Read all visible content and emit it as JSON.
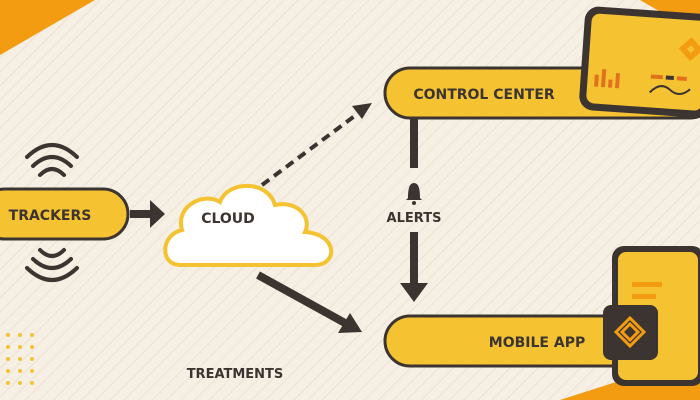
{
  "nodes": {
    "trackers": "TRACKERS",
    "cloud": "CLOUD",
    "control_center": "CONTROL CENTER",
    "alerts": "ALERTS",
    "mobile_app": "MOBILE APP",
    "treatments": "TREATMENTS"
  },
  "colors": {
    "background": "#f6efe4",
    "accent_yellow": "#f5c332",
    "accent_orange": "#f39c12",
    "dark": "#3b3430",
    "cloud_white": "#ffffff"
  },
  "icons": [
    "wifi-signal-icon",
    "bell-icon",
    "brand-logo-icon",
    "bar-chart-icon"
  ]
}
